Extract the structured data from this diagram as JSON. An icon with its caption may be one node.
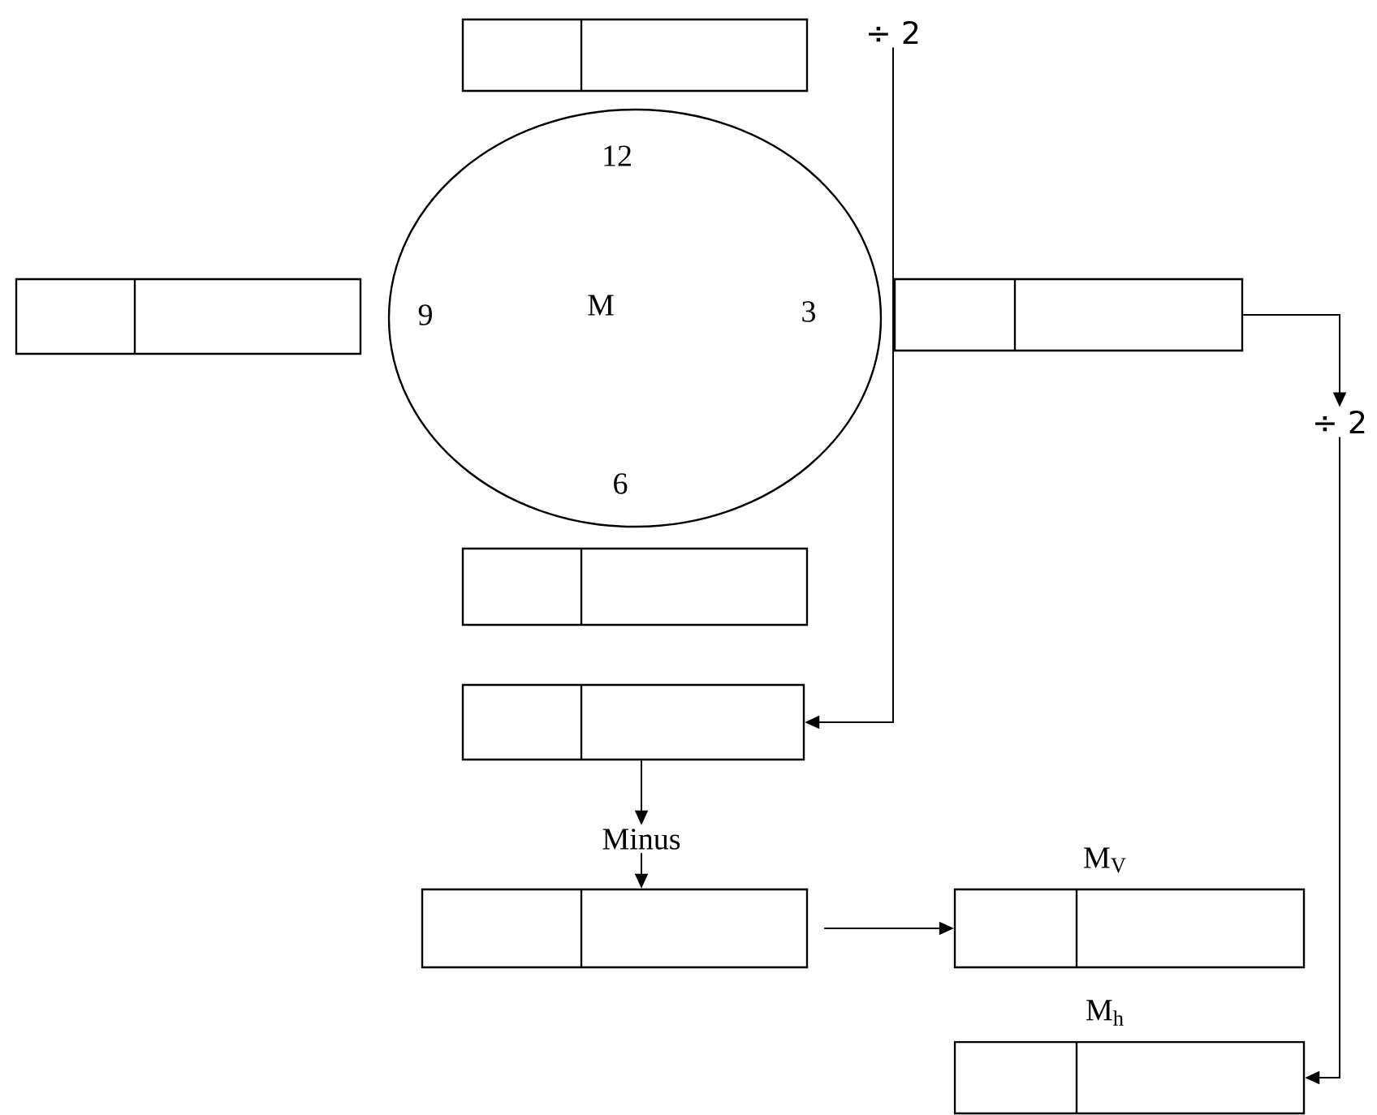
{
  "diagram": {
    "nodes": [
      {
        "text": [],
        "shape": "box"
      },
      {
        "text": [
          "÷ 2"
        ]
      },
      {
        "text": [
          "12",
          "9",
          "M",
          "3",
          "6"
        ]
      },
      {
        "text": [],
        "shape": "box"
      },
      {
        "text": [],
        "shape": "box"
      },
      {
        "text": [
          "÷ 2"
        ]
      },
      {
        "text": [],
        "shape": "box"
      },
      {
        "text": [],
        "shape": "box"
      },
      {
        "text": [
          "Minus"
        ]
      },
      {
        "text": [],
        "shape": "box"
      },
      {
        "text": [],
        "shape": "box",
        "beside": [
          "M$_{V}$"
        ]
      },
      {
        "text": [],
        "shape": "box",
        "beside": [
          "M$_{h}$"
        ]
      }
    ],
    "edges": [
      {
        "from": 1,
        "to": 7,
        "arrow": "to"
      },
      {
        "from": 4,
        "to": 5,
        "arrow": "to"
      },
      {
        "from": 5,
        "to": 11,
        "arrow": "to"
      },
      {
        "from": 7,
        "to": 8,
        "arrow": "to"
      },
      {
        "from": 8,
        "to": 9,
        "arrow": "to"
      },
      {
        "from": 9,
        "to": 10,
        "arrow": "to"
      }
    ]
  }
}
